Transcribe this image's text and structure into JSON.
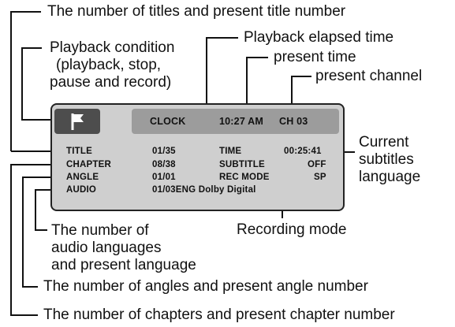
{
  "callouts": {
    "titles": "The number of titles and present title number",
    "playback_condition": [
      "Playback condition",
      "(playback, stop,",
      "pause and record)"
    ],
    "elapsed_time": "Playback elapsed time",
    "present_time": "present time",
    "present_channel": "present channel",
    "subtitles_language": [
      "Current",
      "subtitles",
      "language"
    ],
    "audio_languages": [
      "The number of",
      "audio languages",
      "and present language"
    ],
    "recording_mode": "Recording mode",
    "angles": "The number of angles and present angle number",
    "chapters": "The number of chapters and present chapter number"
  },
  "osd": {
    "header": {
      "clock_label": "CLOCK",
      "time": "10:27 AM",
      "channel": "CH 03"
    },
    "rows": [
      {
        "label": "TITLE",
        "value": "01/35",
        "label2": "TIME",
        "value2": "00:25:41"
      },
      {
        "label": "CHAPTER",
        "value": "08/38",
        "label2": "SUBTITLE",
        "value2": "OFF"
      },
      {
        "label": "ANGLE",
        "value": "01/01",
        "label2": "REC MODE",
        "value2": "SP"
      },
      {
        "label": "AUDIO",
        "value": "01/03ENG Dolby Digital"
      }
    ]
  }
}
